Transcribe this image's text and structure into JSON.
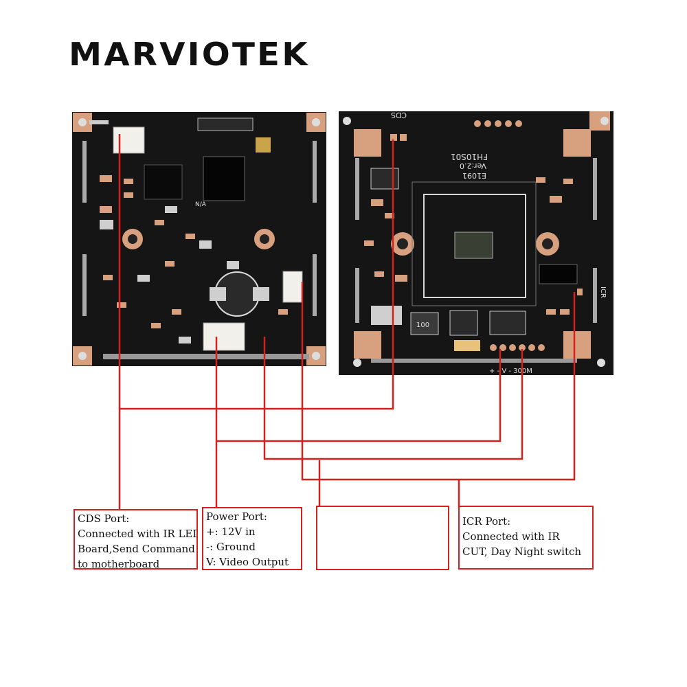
{
  "brand": {
    "logo_text": "MARVIOTEK"
  },
  "pcb_front": {
    "labels": {
      "nv": "N/A"
    }
  },
  "pcb_back": {
    "labels": {
      "top": "CDS",
      "model": "FH10S01",
      "ver": "Ver:2.0",
      "code": "E1091",
      "icr": "ICR",
      "pins": "+  -  V  -  300M",
      "cap_mark": "100"
    }
  },
  "callouts": {
    "cds": {
      "title": "CDS Port:",
      "lines": [
        "Connected with IR LED",
        "Board,Send Command",
        "to motherboard"
      ]
    },
    "power": {
      "title": "Power Port:",
      "lines": [
        "+: 12V in",
        "-: Ground",
        "V: Video Output"
      ]
    },
    "blank": {
      "lines": []
    },
    "icr": {
      "title": "ICR Port:",
      "lines": [
        "Connected with IR",
        "CUT, Day Night switch"
      ]
    }
  },
  "colors": {
    "wire": "#d62020",
    "pcb": "#1a1a1a",
    "copper": "#d7a07e",
    "silkscreen": "#e0e0e0",
    "background": "#ffffff"
  }
}
